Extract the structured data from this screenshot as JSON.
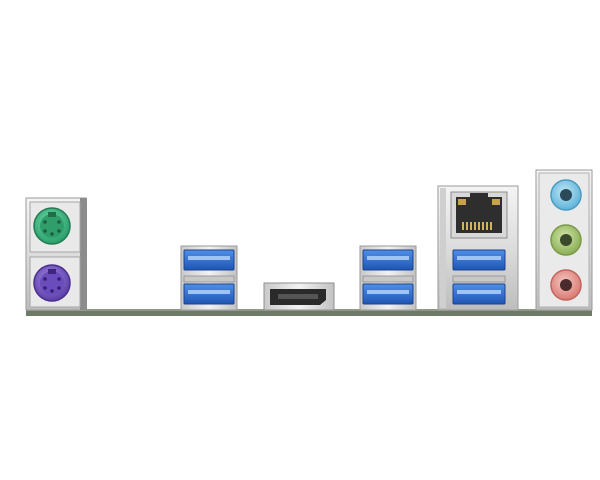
{
  "image": {
    "subject": "motherboard-rear-io-panel",
    "ports": [
      {
        "name": "ps2-mouse-port",
        "color": "#3bbf85"
      },
      {
        "name": "ps2-keyboard-port",
        "color": "#7a5bc8"
      },
      {
        "name": "usb3-port",
        "color": "#2f6fd6",
        "count": 6
      },
      {
        "name": "displayport",
        "color": "#2a2a2a"
      },
      {
        "name": "rj45-lan-port",
        "color": "#333333"
      },
      {
        "name": "audio-line-in-jack",
        "color": "#7ec8e6"
      },
      {
        "name": "audio-line-out-jack",
        "color": "#a6c77a"
      },
      {
        "name": "audio-mic-jack",
        "color": "#e79a96"
      }
    ],
    "colors": {
      "metal": "#e6e6e6",
      "metal_dark": "#b9b9b9",
      "pcb": "#6d7a67"
    }
  }
}
